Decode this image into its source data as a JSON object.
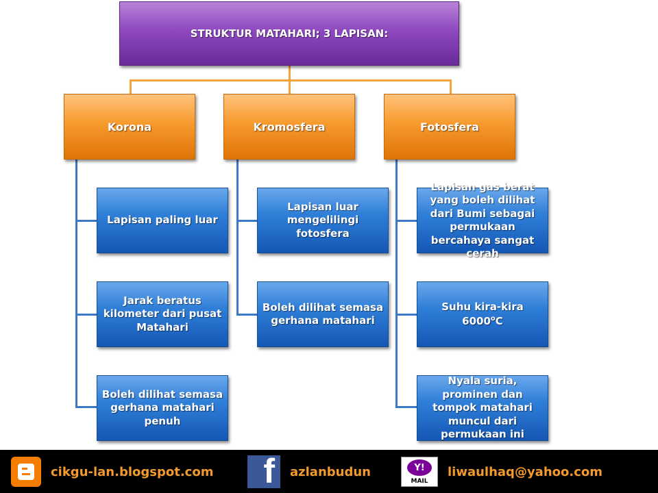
{
  "title": "STRUKTUR MATAHARI; 3 LAPISAN:",
  "layers": [
    {
      "name": "Korona",
      "items": [
        "Lapisan paling luar",
        "Jarak beratus kilometer dari pusat Matahari",
        "Boleh dilihat semasa gerhana matahari penuh"
      ]
    },
    {
      "name": "Kromosfera",
      "items": [
        "Lapisan luar mengelilingi fotosfera",
        "Boleh dilihat semasa gerhana matahari"
      ]
    },
    {
      "name": "Fotosfera",
      "items": [
        "Lapisan gas berat yang boleh dilihat dari Bumi sebagai permukaan bercahaya sangat cerah",
        "Suhu kira-kira 6000",
        "Nyala suria, prominen dan tompok matahari muncul dari permukaan ini"
      ]
    }
  ],
  "temp_unit": "oC",
  "footer": {
    "blog": "cikgu-lan.blogspot.com",
    "facebook": "azlanbudun",
    "email": "liwaulhaq@yahoo.com",
    "facebook_icon_letter": "f",
    "mail_icon_logo": "Y!",
    "mail_icon_label": "MAIL"
  },
  "icons": [
    "blogger-icon",
    "facebook-icon",
    "yahoo-mail-icon"
  ],
  "colors": {
    "root": "#8e48c0",
    "category": "#f79a2e",
    "leaf": "#2f7fd8",
    "connector_top": "#f6a23b",
    "connector_side": "#3c78c8",
    "footer_text": "#f39a2c"
  }
}
